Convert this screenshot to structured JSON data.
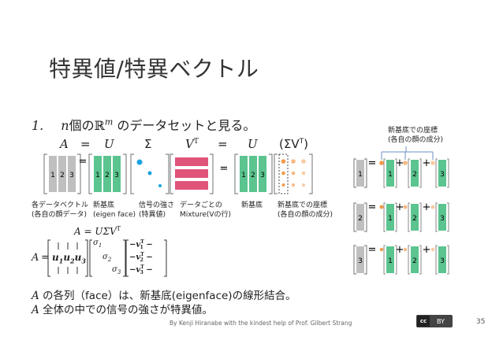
{
  "slide": {
    "title": "特異値/特異ベクトル",
    "step_number": "1.",
    "step_var": "n",
    "step_text_1": "個の",
    "step_space": "ℝ",
    "step_exp": "m",
    "step_text_2": " のデータセットと見る。",
    "footer": "By Kenji Hiranabe with the kindest help of Prof. Gilbert Strang",
    "page_number": "35",
    "license": {
      "cc": "cc",
      "by": "BY"
    }
  },
  "equation": {
    "A": "A",
    "eq1": "=",
    "U1": "U",
    "Sigma1": "Σ",
    "VT": "V",
    "T": "T",
    "eq2": "=",
    "U2": "U",
    "SVT": "(ΣV",
    "SVT_close": ")"
  },
  "matrix_digits": [
    "1",
    "2",
    "3"
  ],
  "labels": {
    "data_vectors": [
      "各データベクトル",
      "(各自の顔データ)"
    ],
    "new_basis": [
      "新基底",
      "(eigen face)"
    ],
    "signal_strength": [
      "信号の強さ",
      "(特異値)"
    ],
    "mixture": [
      "データごとの",
      "Mixture(Vの行)"
    ],
    "new_basis_2": "新基底",
    "coords": [
      "新基底での座標",
      "(各自の顔の成分)"
    ],
    "right_coords": [
      "新基底での座標",
      "(各自の顔の成分)"
    ]
  },
  "formula": {
    "line1": "A = UΣV",
    "line1_sup": "T",
    "A": "A",
    "eq": "=",
    "u": [
      "u",
      "u",
      "u"
    ],
    "u_sub": [
      "1",
      "2",
      "3"
    ],
    "sigma": [
      "σ",
      "σ",
      "σ"
    ],
    "sigma_sub": [
      "1",
      "2",
      "3"
    ],
    "v": [
      "−v",
      "−v",
      "−v"
    ],
    "v_sup": "T",
    "v_sub": [
      "1",
      "2",
      "3"
    ],
    "dash": "−"
  },
  "right": {
    "rows": [
      "1",
      "2",
      "3"
    ],
    "eq": "=",
    "plus": "+"
  },
  "caption": {
    "line1_var": "A",
    "line1": " の各列（face）は、新基底(eigenface)の線形結合。",
    "line2_var": "A",
    "line2": " 全体の中での信号の強さが特異値。"
  },
  "colors": {
    "gray": "#bfbfbf",
    "green": "#5bc48f",
    "blue": "#1aa3e0",
    "pink": "#e0547a",
    "orange": "#f39a4a",
    "bracket": "#888888"
  }
}
